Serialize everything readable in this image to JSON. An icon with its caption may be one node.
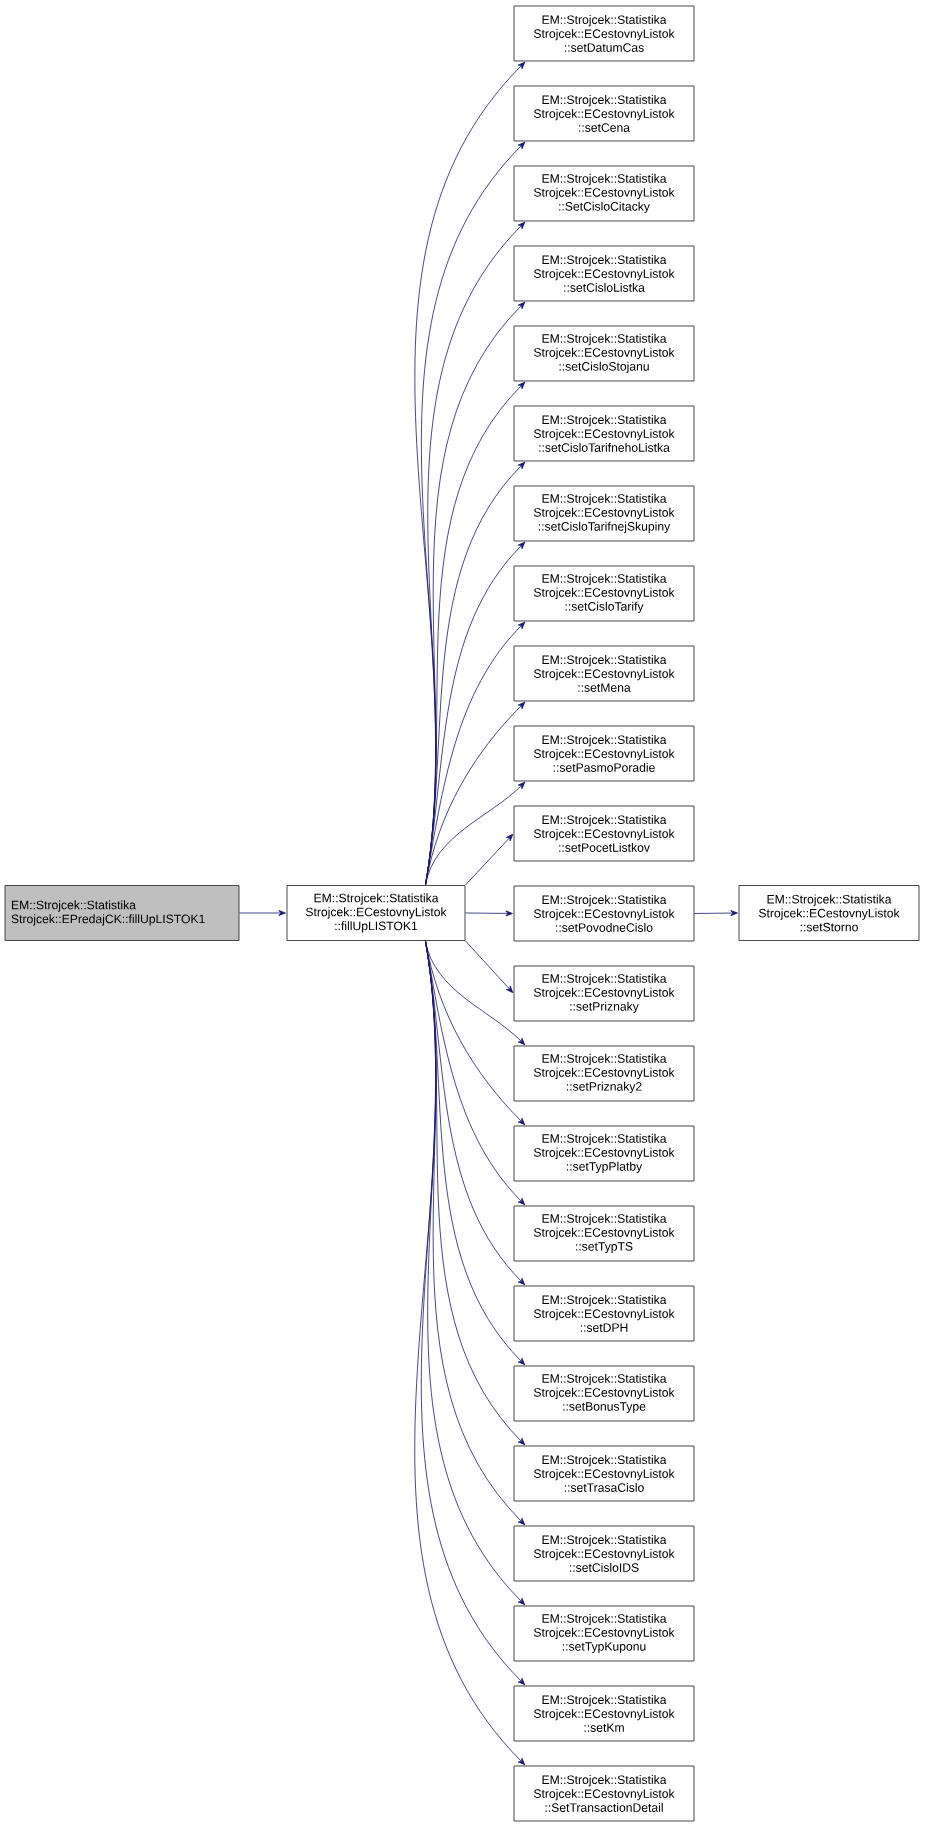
{
  "diagram": {
    "nodes": [
      {
        "text": [
          "EM::Strojcek::Statistika Strojcek::EPredajCK::fillUpLISTOK1"
        ]
      },
      {
        "text": [
          "EM::Strojcek::Statistika Strojcek::ECestovnyListok ::fillUpLISTOK1"
        ]
      },
      {
        "text": [
          "EM::Strojcek::Statistika Strojcek::ECestovnyListok ::setDatumCas"
        ]
      },
      {
        "text": [
          "EM::Strojcek::Statistika Strojcek::ECestovnyListok ::setCena"
        ]
      },
      {
        "text": [
          "EM::Strojcek::Statistika Strojcek::ECestovnyListok ::SetCisloCitacky"
        ]
      },
      {
        "text": [
          "EM::Strojcek::Statistika Strojcek::ECestovnyListok ::setCisloListka"
        ]
      },
      {
        "text": [
          "EM::Strojcek::Statistika Strojcek::ECestovnyListok ::setCisloStojanu"
        ]
      },
      {
        "text": [
          "EM::Strojcek::Statistika Strojcek::ECestovnyListok ::setCisloTarifnehoListka"
        ]
      },
      {
        "text": [
          "EM::Strojcek::Statistika Strojcek::ECestovnyListok ::setCisloTarifnejSkupiny"
        ]
      },
      {
        "text": [
          "EM::Strojcek::Statistika Strojcek::ECestovnyListok ::setCisloTarify"
        ]
      },
      {
        "text": [
          "EM::Strojcek::Statistika Strojcek::ECestovnyListok ::setMena"
        ]
      },
      {
        "text": [
          "EM::Strojcek::Statistika Strojcek::ECestovnyListok ::setPasmoPoradie"
        ]
      },
      {
        "text": [
          "EM::Strojcek::Statistika Strojcek::ECestovnyListok ::setPocetListkov"
        ]
      },
      {
        "text": [
          "EM::Strojcek::Statistika Strojcek::ECestovnyListok ::setPovodneCislo"
        ]
      },
      {
        "text": [
          "EM::Strojcek::Statistika Strojcek::ECestovnyListok ::setStorno"
        ]
      },
      {
        "text": [
          "EM::Strojcek::Statistika Strojcek::ECestovnyListok ::setPriznaky"
        ]
      },
      {
        "text": [
          "EM::Strojcek::Statistika Strojcek::ECestovnyListok ::setPriznaky2"
        ]
      },
      {
        "text": [
          "EM::Strojcek::Statistika Strojcek::ECestovnyListok ::setTypPlatby"
        ]
      },
      {
        "text": [
          "EM::Strojcek::Statistika Strojcek::ECestovnyListok ::setTypTS"
        ]
      },
      {
        "text": [
          "EM::Strojcek::Statistika Strojcek::ECestovnyListok ::setDPH"
        ]
      },
      {
        "text": [
          "EM::Strojcek::Statistika Strojcek::ECestovnyListok ::setBonusType"
        ]
      },
      {
        "text": [
          "EM::Strojcek::Statistika Strojcek::ECestovnyListok ::setTrasaCislo"
        ]
      },
      {
        "text": [
          "EM::Strojcek::Statistika Strojcek::ECestovnyListok ::setCisloIDS"
        ]
      },
      {
        "text": [
          "EM::Strojcek::Statistika Strojcek::ECestovnyListok ::setTypKuponu"
        ]
      },
      {
        "text": [
          "EM::Strojcek::Statistika Strojcek::ECestovnyListok ::setKm"
        ]
      },
      {
        "text": [
          "EM::Strojcek::Statistika Strojcek::ECestovnyListok ::SetTransactionDetail"
        ]
      }
    ],
    "edges": [
      {
        "from": 0,
        "to": 1,
        "arrow": "to"
      },
      {
        "from": 1,
        "to": 2,
        "arrow": "to"
      },
      {
        "from": 1,
        "to": 3,
        "arrow": "to"
      },
      {
        "from": 1,
        "to": 4,
        "arrow": "to"
      },
      {
        "from": 1,
        "to": 5,
        "arrow": "to"
      },
      {
        "from": 1,
        "to": 6,
        "arrow": "to"
      },
      {
        "from": 1,
        "to": 7,
        "arrow": "to"
      },
      {
        "from": 1,
        "to": 8,
        "arrow": "to"
      },
      {
        "from": 1,
        "to": 9,
        "arrow": "to"
      },
      {
        "from": 1,
        "to": 10,
        "arrow": "to"
      },
      {
        "from": 1,
        "to": 11,
        "arrow": "to"
      },
      {
        "from": 1,
        "to": 12,
        "arrow": "to"
      },
      {
        "from": 1,
        "to": 13,
        "arrow": "to"
      },
      {
        "from": 13,
        "to": 14,
        "arrow": "to"
      },
      {
        "from": 1,
        "to": 15,
        "arrow": "to"
      },
      {
        "from": 1,
        "to": 16,
        "arrow": "to"
      },
      {
        "from": 1,
        "to": 17,
        "arrow": "to"
      },
      {
        "from": 1,
        "to": 18,
        "arrow": "to"
      },
      {
        "from": 1,
        "to": 19,
        "arrow": "to"
      },
      {
        "from": 1,
        "to": 20,
        "arrow": "to"
      },
      {
        "from": 1,
        "to": 21,
        "arrow": "to"
      },
      {
        "from": 1,
        "to": 22,
        "arrow": "to"
      },
      {
        "from": 1,
        "to": 23,
        "arrow": "to"
      },
      {
        "from": 1,
        "to": 24,
        "arrow": "to"
      },
      {
        "from": 1,
        "to": 25,
        "arrow": "to"
      }
    ]
  }
}
